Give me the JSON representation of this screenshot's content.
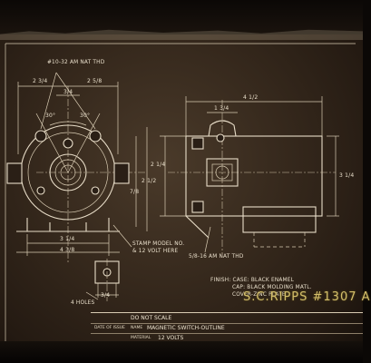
{
  "callouts": {
    "thread_top": "#10-32 AM NAT THD",
    "stamp_line1": "STAMP MODEL NO.",
    "stamp_line2": "& 12 VOLT HERE",
    "thread_side": "5/8-16 AM NAT THD",
    "holes": "4 HOLES",
    "finish_line1": "FINISH: CASE: BLACK ENAMEL",
    "finish_line2": "CAP: BLACK MOLDING MATL.",
    "finish_line3": "COVER-ZINC PLATE"
  },
  "dimensions": {
    "top_left": "2 3/4",
    "top_mid": "3/4",
    "top_right": "2 5/8",
    "angle_left": "30°",
    "angle_right": "30°",
    "right_a": "7/8",
    "right_b": "2 1/2",
    "bottom_a": "3 1/4",
    "bottom_b": "4 3/8",
    "side_top": "4 1/2",
    "side_inner": "1 3/4",
    "side_right": "3 1/4",
    "side_left": "2 1/4",
    "foot": "3/4"
  },
  "stamp_text": "S.C.RIPPS #1307 A",
  "title_block": {
    "not_scale": "DO NOT SCALE",
    "name_label": "NAME",
    "name_value": "MAGNETIC SWITCH-OUTLINE",
    "material_label": "MATERIAL",
    "material_value": "12 VOLTS",
    "date_label": "DATE OF ISSUE"
  }
}
